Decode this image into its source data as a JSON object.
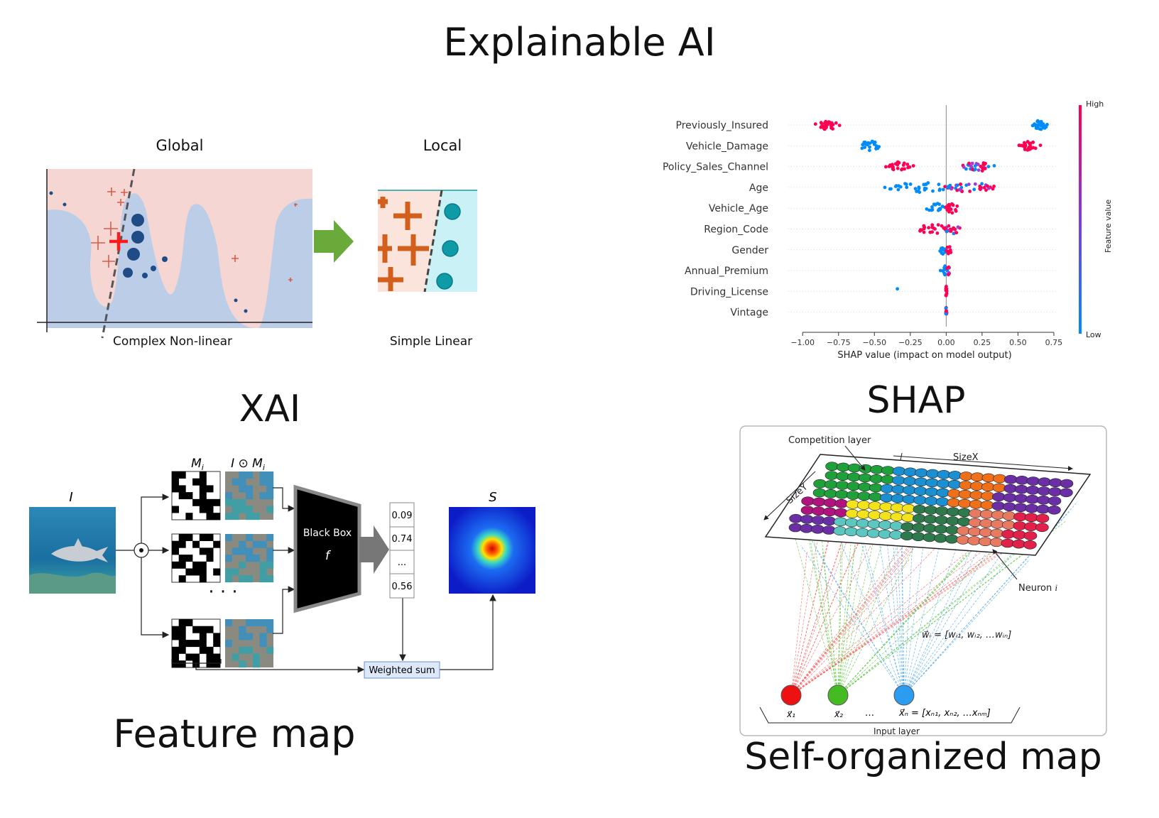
{
  "page": {
    "title": "Explainable AI",
    "xai_label": "XAI",
    "shap_label": "SHAP",
    "feature_map_label": "Feature map",
    "som_label": "Self-organized map"
  },
  "lime": {
    "global_label": "Global",
    "local_label": "Local",
    "global_caption": "Complex Non-linear",
    "local_caption": "Simple Linear",
    "colors": {
      "pink": "#f6d6d3",
      "blue": "#bccde8",
      "plus": "#d2601c",
      "teal": "#0e9aa7",
      "arrow": "#6aaa3a",
      "dark_dot": "#1f4b86"
    }
  },
  "shap": {
    "colorbar_high": "High",
    "colorbar_low": "Low",
    "colorbar_title": "Feature value",
    "colors": {
      "high": "#ff0052",
      "low": "#008bfb"
    }
  },
  "chart_data": {
    "type": "scatter",
    "subtype": "shap-beeswarm",
    "features": [
      "Previously_Insured",
      "Vehicle_Damage",
      "Policy_Sales_Channel",
      "Age",
      "Vehicle_Age",
      "Region_Code",
      "Gender",
      "Annual_Premium",
      "Driving_License",
      "Vintage"
    ],
    "xlabel": "SHAP value (impact on model output)",
    "xlim": [
      -1.1,
      0.78
    ],
    "xticks": [
      -1.0,
      -0.75,
      -0.5,
      -0.25,
      0.0,
      0.25,
      0.5,
      0.75
    ],
    "xtick_labels": [
      "−1.00",
      "−0.75",
      "−0.50",
      "−0.25",
      "0.00",
      "0.25",
      "0.50",
      "0.75"
    ],
    "clusters": [
      {
        "feature": "Previously_Insured",
        "groups": [
          {
            "center": -0.82,
            "spread": 0.07,
            "color": "high",
            "count": 30
          },
          {
            "center": 0.66,
            "spread": 0.05,
            "color": "low",
            "count": 28
          }
        ]
      },
      {
        "feature": "Vehicle_Damage",
        "groups": [
          {
            "center": -0.53,
            "spread": 0.07,
            "color": "low",
            "count": 26
          },
          {
            "center": 0.58,
            "spread": 0.06,
            "color": "high",
            "count": 30
          }
        ]
      },
      {
        "feature": "Policy_Sales_Channel",
        "groups": [
          {
            "center": -0.32,
            "spread": 0.08,
            "color": "high",
            "count": 24
          },
          {
            "center": 0.22,
            "spread": 0.1,
            "color": "mix",
            "count": 30
          }
        ]
      },
      {
        "feature": "Age",
        "groups": [
          {
            "center": -0.18,
            "spread": 0.22,
            "color": "low",
            "count": 36
          },
          {
            "center": 0.17,
            "spread": 0.15,
            "color": "mix",
            "count": 34
          }
        ]
      },
      {
        "feature": "Vehicle_Age",
        "groups": [
          {
            "center": -0.07,
            "spread": 0.05,
            "color": "low",
            "count": 16
          },
          {
            "center": 0.04,
            "spread": 0.04,
            "color": "high",
            "count": 18
          }
        ]
      },
      {
        "feature": "Region_Code",
        "groups": [
          {
            "center": -0.08,
            "spread": 0.12,
            "color": "high",
            "count": 20
          },
          {
            "center": 0.04,
            "spread": 0.06,
            "color": "mix",
            "count": 18
          }
        ]
      },
      {
        "feature": "Gender",
        "groups": [
          {
            "center": -0.02,
            "spread": 0.02,
            "color": "low",
            "count": 10
          },
          {
            "center": 0.02,
            "spread": 0.02,
            "color": "high",
            "count": 10
          }
        ]
      },
      {
        "feature": "Annual_Premium",
        "groups": [
          {
            "center": -0.01,
            "spread": 0.03,
            "color": "low",
            "count": 10
          },
          {
            "center": 0.01,
            "spread": 0.02,
            "color": "mix",
            "count": 10
          }
        ]
      },
      {
        "feature": "Driving_License",
        "groups": [
          {
            "center": -0.34,
            "spread": 0.0,
            "color": "low",
            "count": 1
          },
          {
            "center": 0.0,
            "spread": 0.004,
            "color": "high",
            "count": 12
          }
        ]
      },
      {
        "feature": "Vintage",
        "groups": [
          {
            "center": 0.0,
            "spread": 0.006,
            "color": "mix",
            "count": 12
          }
        ]
      }
    ]
  },
  "rise": {
    "label_I": "I",
    "label_Mi": "M",
    "label_Mi_sub": "i",
    "label_IMi": "I ⊙ M",
    "label_IMi_sub": "i",
    "label_S": "S",
    "black_box": "Black Box",
    "f_label": "f",
    "dots": "· · ·",
    "weights": [
      "0.09",
      "0.74",
      "...",
      "0.56"
    ],
    "weighted_sum": "Weighted sum",
    "colors": {
      "box": "#dde9fa"
    }
  },
  "som": {
    "competition_layer": "Competition layer",
    "size_x": "SizeX",
    "size_y": "SizeY",
    "neuron": "Neuron",
    "neuron_i": "i",
    "weight_formula": "w⃗ᵢ = [wᵢ₁, wᵢ₂, …wᵢₙ]",
    "input_formula": "x⃗ₙ = [xₙ₁, xₙ₂, …xₙₘ]",
    "x1": "x⃗₁",
    "x2": "x⃗₂",
    "ellipsis": "…",
    "input_layer": "Input layer",
    "colors": [
      "#1fa03a",
      "#1a8fd1",
      "#f07019",
      "#6a2fa5",
      "#b0137e",
      "#f2e31a",
      "#5cc7c0",
      "#2f7a4c",
      "#e87a62",
      "#e2204a"
    ]
  }
}
